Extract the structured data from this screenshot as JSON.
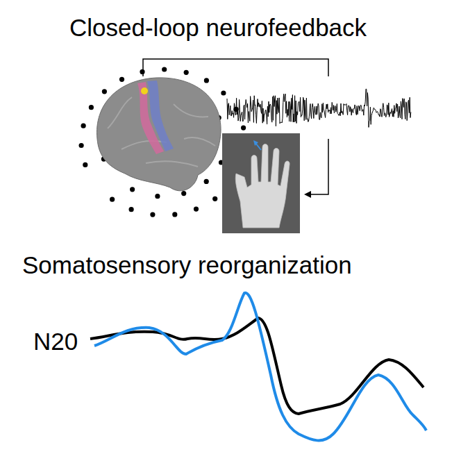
{
  "diagram": {
    "labels": [
      "Closed-loop neurofeedback",
      "Somatosensory reorganization",
      "N20"
    ]
  }
}
